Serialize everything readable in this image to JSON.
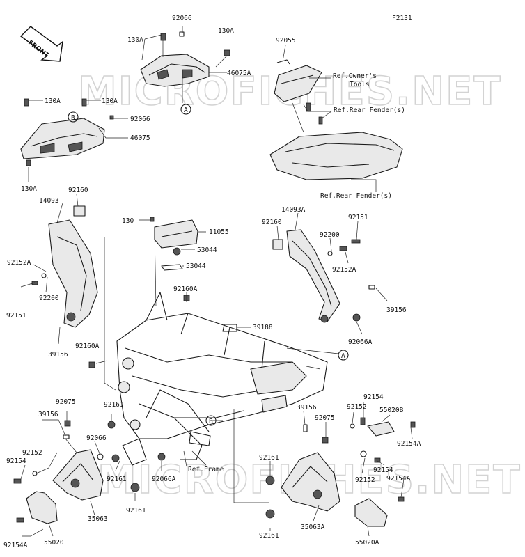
{
  "figure_code": "F2131",
  "front_marker": "FRONT",
  "watermark": "MICROFICHES.NET",
  "callouts": {
    "a": "A",
    "b": "B"
  },
  "labels": {
    "l92066_top": "92066",
    "l130a_tl": "130A",
    "l130a_tr": "130A",
    "l46075a": "46075A",
    "l92055": "92055",
    "l_ref_owners": "Ref.Owner's",
    "l_ref_tools": "Tools",
    "l_ref_rear_fender_1": "Ref.Rear Fender(s)",
    "l_ref_rear_fender_2": "Ref.Rear Fender(s)",
    "l130a_l1": "130A",
    "l130a_l2": "130A",
    "l92066_l": "92066",
    "l46075": "46075",
    "l130a_l3": "130A",
    "l92160_l": "92160",
    "l14093": "14093",
    "l92152a_l": "92152A",
    "l92200_l": "92200",
    "l92151_l": "92151",
    "l39156_l": "39156",
    "l92160a_l": "92160A",
    "l130": "130",
    "l11055": "11055",
    "l53044_a": "53044",
    "l53044_b": "53044",
    "l92160a_c": "92160A",
    "l39188": "39188",
    "l14093a": "14093A",
    "l92160_r": "92160",
    "l92200_r": "92200",
    "l92151_r": "92151",
    "l92152a_r": "92152A",
    "l39156_r": "39156",
    "l92066a_r": "92066A",
    "l92075_l": "92075",
    "l39156_bl": "39156",
    "l92161_a": "92161",
    "l92066_b": "92066",
    "l92152_bl": "92152",
    "l92154_bl": "92154",
    "l92161_b": "92161",
    "l92066a_b": "92066A",
    "l92161_c": "92161",
    "l35063": "35063",
    "l55020": "55020",
    "l92154a_bl": "92154A",
    "l_ref_frame": "Ref.Frame",
    "l39156_br": "39156",
    "l92075_r": "92075",
    "l92161_d": "92161",
    "l92161_e": "92161",
    "l35063a": "35063A",
    "l92154_br1": "92154",
    "l92152_br1": "92152",
    "l55020b": "55020B",
    "l92154a_br1": "92154A",
    "l92154_br2": "92154",
    "l92152_br2": "92152",
    "l92154a_br2": "92154A",
    "l55020a": "55020A"
  }
}
